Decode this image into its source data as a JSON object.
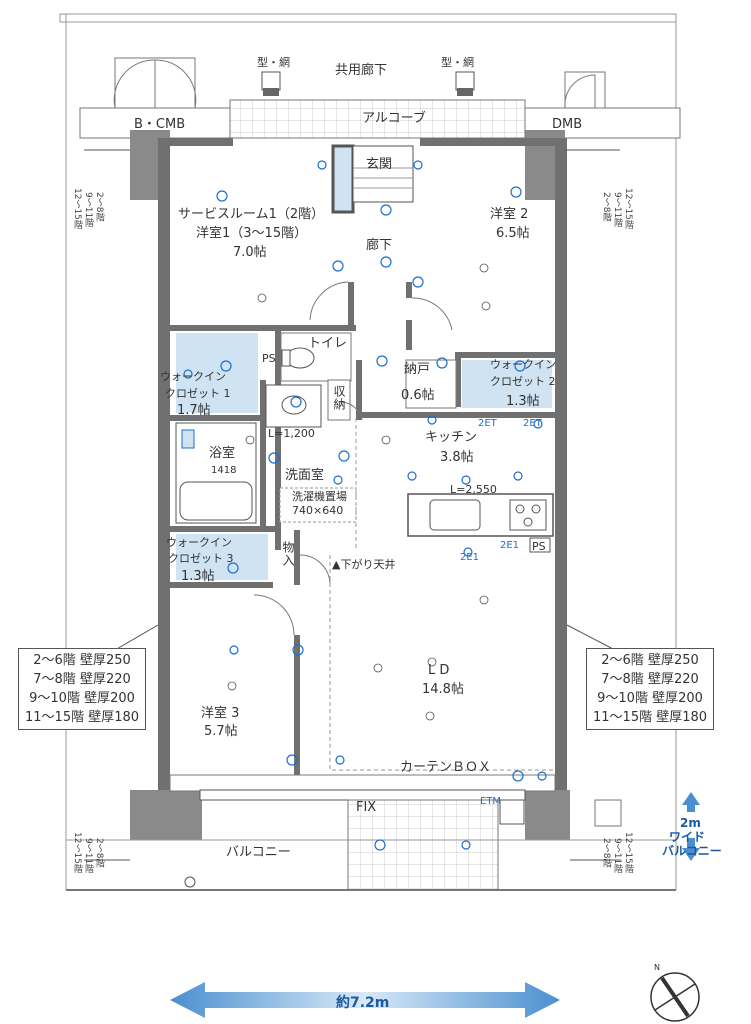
{
  "corridor": {
    "label": "共用廊下",
    "alcove": "アルコーブ",
    "meter1": "型・網",
    "meter2": "型・網"
  },
  "mb": {
    "left": "B・CMB",
    "right": "DMB"
  },
  "rooms": {
    "service_room": "サービスルーム1（2階）",
    "western1": "洋室1（3〜15階）",
    "western1_size": "7.0帖",
    "western2": "洋室 2",
    "western2_size": "6.5帖",
    "entrance": "玄関",
    "hallway": "廊下",
    "toilet": "トイレ",
    "ps": "PS",
    "ps2": "PS",
    "wic1_a": "ウォークイン",
    "wic1_b": "クロゼット 1",
    "wic1_size": "1.7帖",
    "storage": "収納",
    "nando": "納戸",
    "nando_size": "0.6帖",
    "wic2_a": "ウォークイン",
    "wic2_b": "クロゼット 2",
    "wic2_size": "1.3帖",
    "kitchen": "キッチン",
    "kitchen_size": "3.8帖",
    "bath": "浴室",
    "bath_size": "1418",
    "l1200": "L=1,200",
    "washroom": "洗面室",
    "washer1": "洗濯機置場",
    "washer2": "740×640",
    "l2550": "L=2,550",
    "wic3_a": "ウォークイン",
    "wic3_b": "クロゼット 3",
    "wic3_size": "1.3帖",
    "monoire": "物入",
    "lowered": "▲下がり天井",
    "ld": "L D",
    "ld_size": "14.8帖",
    "western3": "洋室 3",
    "western3_size": "5.7帖",
    "curtain": "カーテンＢＯＸ",
    "fix": "FIX",
    "balcony": "バルコニー"
  },
  "wall_table": {
    "left": [
      "2〜6階 壁厚250",
      "7〜8階 壁厚220",
      "9〜10階 壁厚200",
      "11〜15階 壁厚180"
    ],
    "right": [
      "2〜6階 壁厚250",
      "7〜8階 壁厚220",
      "9〜10階 壁厚200",
      "11〜15階 壁厚180"
    ]
  },
  "floor_marks": {
    "a": "12〜15階",
    "b": "9〜11階",
    "c": "2〜8階"
  },
  "dimensions": {
    "width": "約7.2m",
    "balcony_a": "2m",
    "balcony_b": "ワイド",
    "balcony_c": "バルコニー"
  },
  "symbols": {
    "e1": "2ET",
    "e2": "2ET",
    "e3": "ETM",
    "e4": "2E1",
    "e5": "2E1"
  },
  "colors": {
    "wall": "#707070",
    "water": "#cfe3f3",
    "outlet": "#1a6fd0",
    "arrow": "#6aa6d8"
  }
}
